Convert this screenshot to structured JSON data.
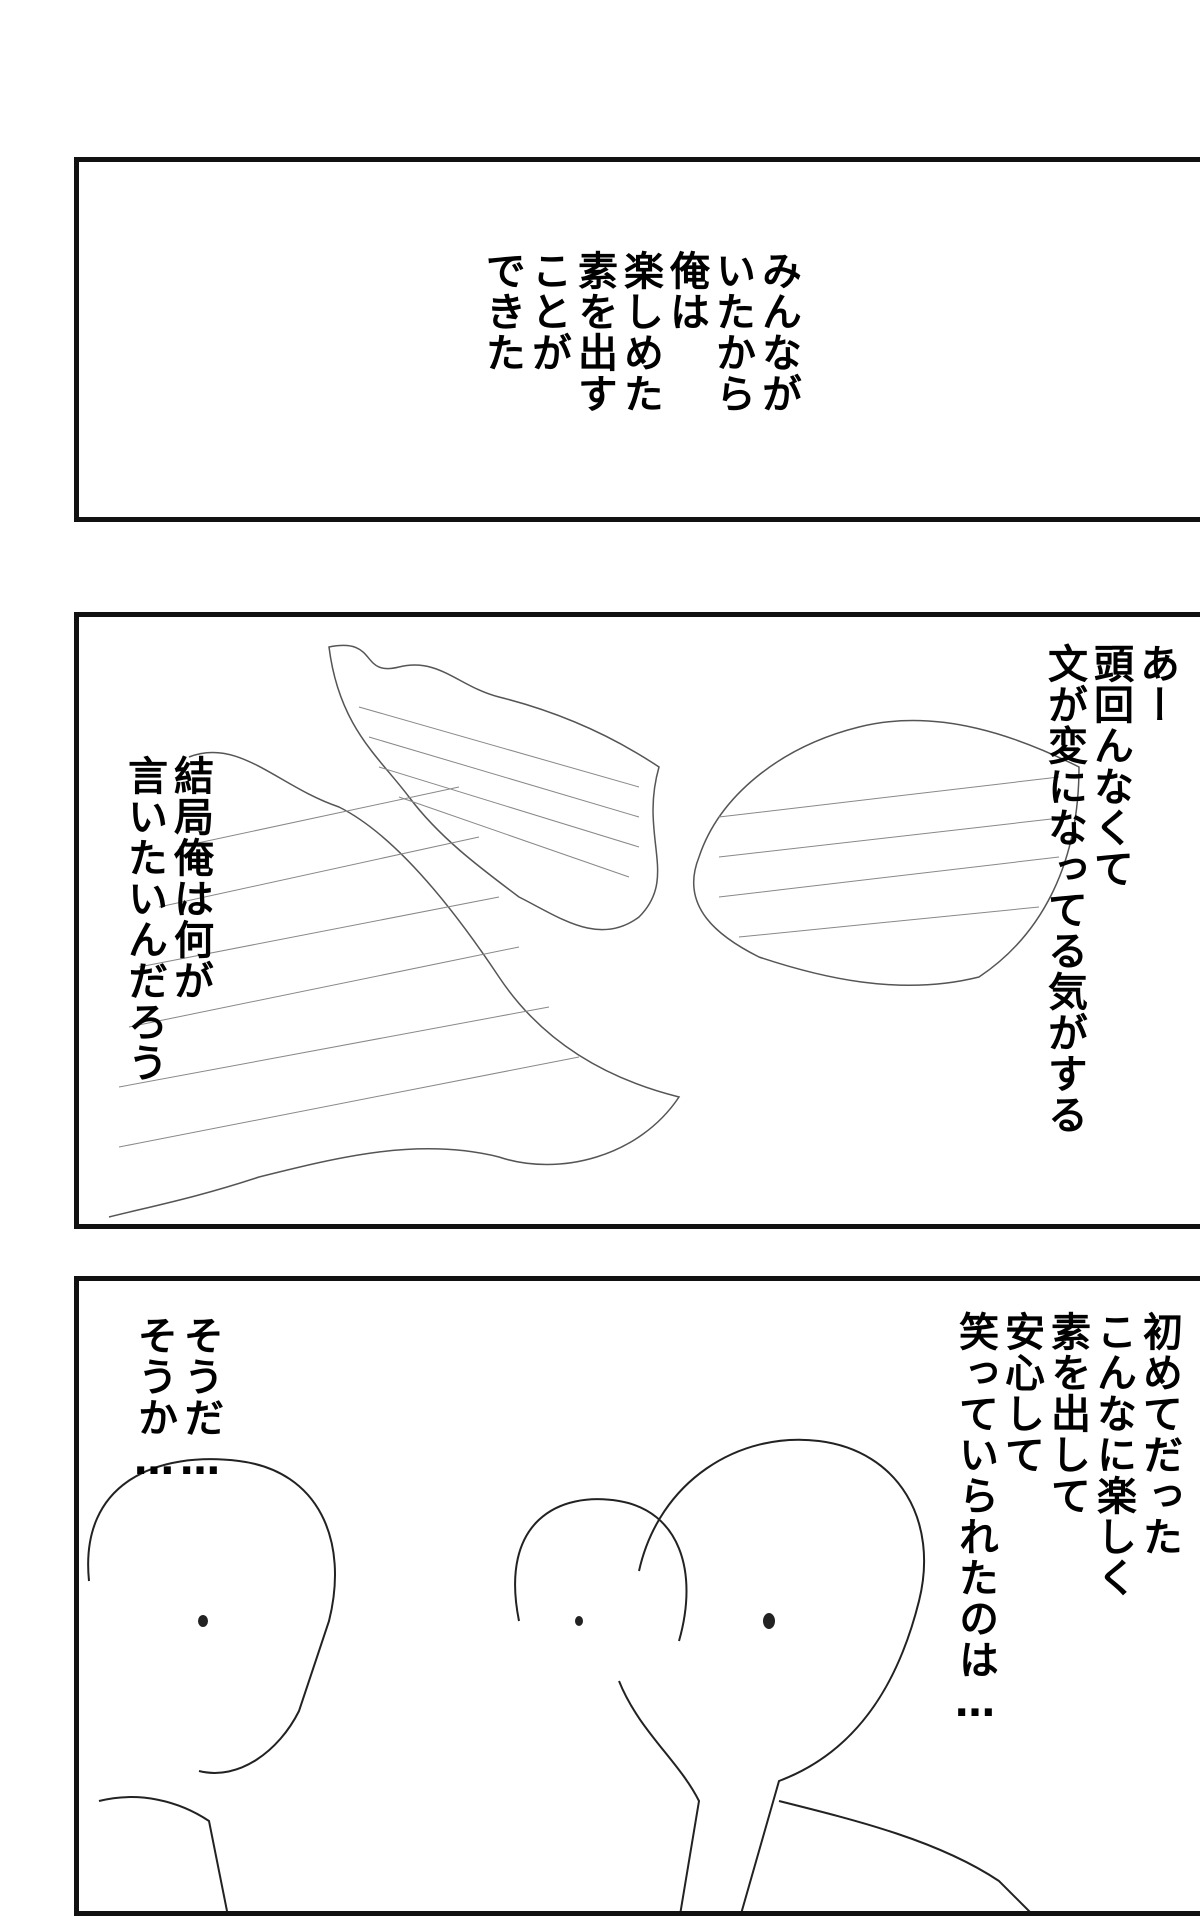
{
  "panel1": {
    "narration": [
      "みんなが",
      "いたから",
      "俺は",
      "楽しめた",
      "素を出す",
      "ことが",
      "できた"
    ]
  },
  "panel2": {
    "narration_right": [
      "あー",
      "頭回んなくて",
      "文が変になってる気がする"
    ],
    "narration_left": [
      "結局俺は何が",
      "言いたいんだろう"
    ]
  },
  "panel3": {
    "narration_right": [
      "初めてだった",
      "こんなに楽しく",
      "素を出して",
      "安心して",
      "笑っていられたのは…"
    ],
    "narration_left": [
      "そうだ…",
      "そうか…"
    ]
  }
}
